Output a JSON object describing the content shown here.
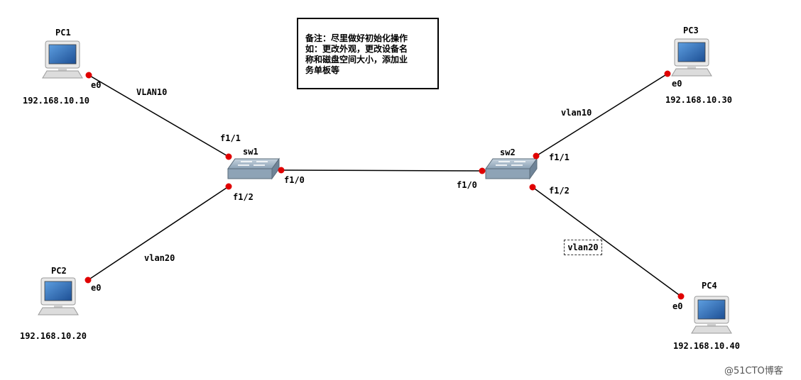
{
  "note": {
    "lines": [
      "备注：尽里做好初始化操作",
      "如：更改外观，更改设备名",
      "称和磁盘空间大小，添加业",
      "务单板等"
    ]
  },
  "devices": {
    "pc1": {
      "name": "PC1",
      "port": "e0",
      "ip": "192.168.10.10"
    },
    "pc2": {
      "name": "PC2",
      "port": "e0",
      "ip": "192.168.10.20"
    },
    "pc3": {
      "name": "PC3",
      "port": "e0",
      "ip": "192.168.10.30"
    },
    "pc4": {
      "name": "PC4",
      "port": "e0",
      "ip": "192.168.10.40"
    },
    "sw1": {
      "name": "sw1",
      "ports": [
        "f1/1",
        "f1/2",
        "f1/0"
      ]
    },
    "sw2": {
      "name": "sw2",
      "ports": [
        "f1/1",
        "f1/2",
        "f1/0"
      ]
    }
  },
  "links": {
    "pc1_sw1": "VLAN10",
    "pc2_sw1": "vlan20",
    "pc3_sw2": "vlan10",
    "pc4_sw2": "vlan20"
  },
  "colors": {
    "link": "#000000",
    "port_dot": "#e00000",
    "switch": "#8fa5b8",
    "monitor": "#1f5fa8"
  },
  "watermark": "@51CTO博客"
}
